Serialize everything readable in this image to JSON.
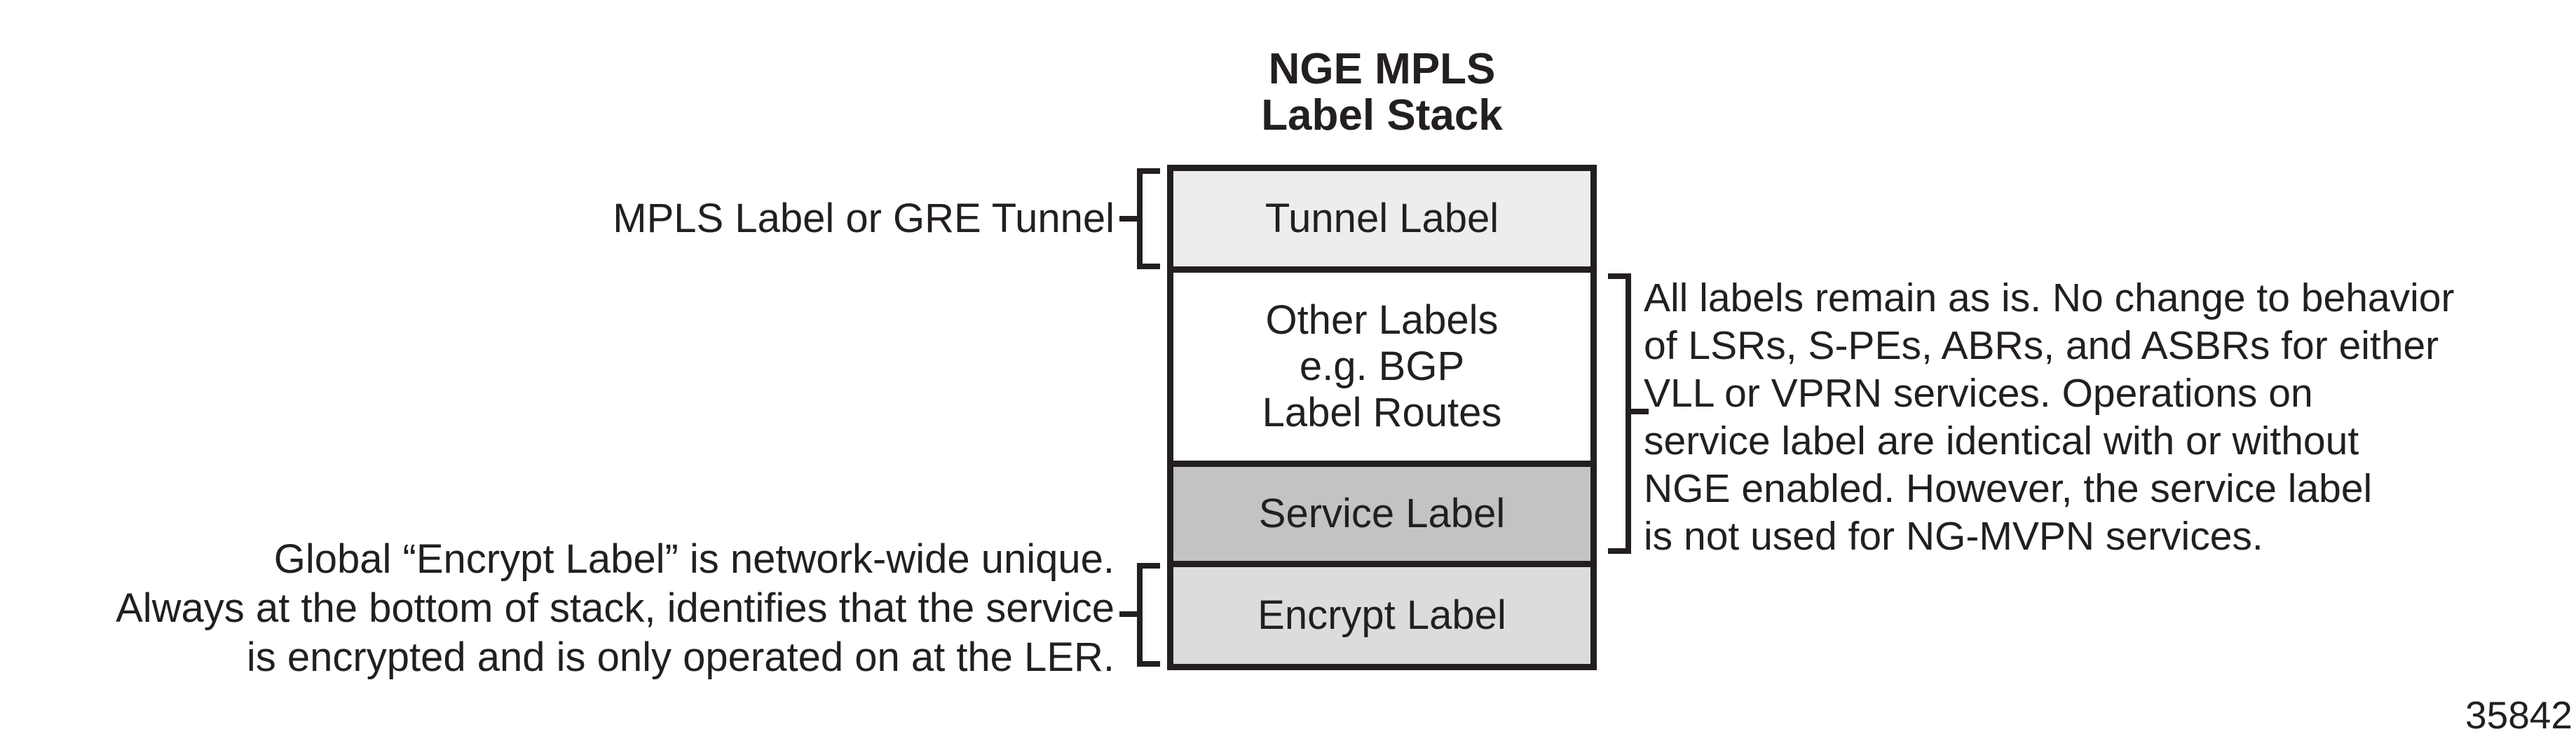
{
  "title": "NGE MPLS\nLabel Stack",
  "stack": {
    "border_color": "#231f20",
    "rows": [
      {
        "label": "Tunnel Label",
        "fill": "#ededee"
      },
      {
        "label": "Other Labels\ne.g. BGP\nLabel Routes",
        "fill": "#ffffff"
      },
      {
        "label": "Service Label",
        "fill": "#c3c3c5"
      },
      {
        "label": "Encrypt Label",
        "fill": "#dcdcde"
      }
    ]
  },
  "annotations": {
    "tunnel_note": "MPLS Label or GRE Tunnel",
    "encrypt_note": "Global “Encrypt Label” is network-wide unique.\nAlways at the bottom of stack, identifies that the service\nis encrypted and is only operated on at the LER.",
    "right_note": "All labels remain as is. No change to behavior\nof LSRs, S-PEs, ABRs, and ASBRs for either\nVLL or VPRN services. Operations on\nservice label are identical with or without\nNGE enabled. However, the service label\nis not used for NG-MVPN services."
  },
  "figure_number": "35842",
  "colors": {
    "line": "#231f20",
    "text": "#231f20",
    "background": "#ffffff"
  }
}
